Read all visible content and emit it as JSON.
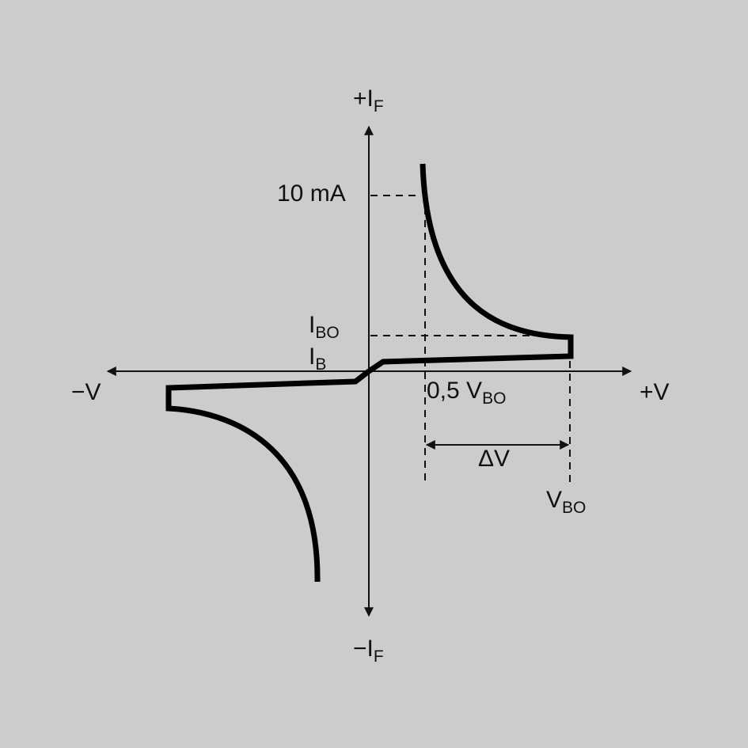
{
  "colors": {
    "background": "#cccccc",
    "curve": "#000000",
    "axis": "#111111"
  },
  "axes": {
    "y_pos": {
      "main": "+I",
      "sub": "F"
    },
    "y_neg": {
      "main": "−I",
      "sub": "F"
    },
    "x_pos": "+V",
    "x_neg": "−V"
  },
  "labels": {
    "current_10ma": "10 mA",
    "ibo": {
      "main": "I",
      "sub": "BO"
    },
    "ib": {
      "main": "I",
      "sub": "B"
    },
    "half_vbo": {
      "main": "0,5 V",
      "sub": "BO"
    },
    "delta_v": "ΔV",
    "vbo": {
      "main": "V",
      "sub": "BO"
    }
  }
}
